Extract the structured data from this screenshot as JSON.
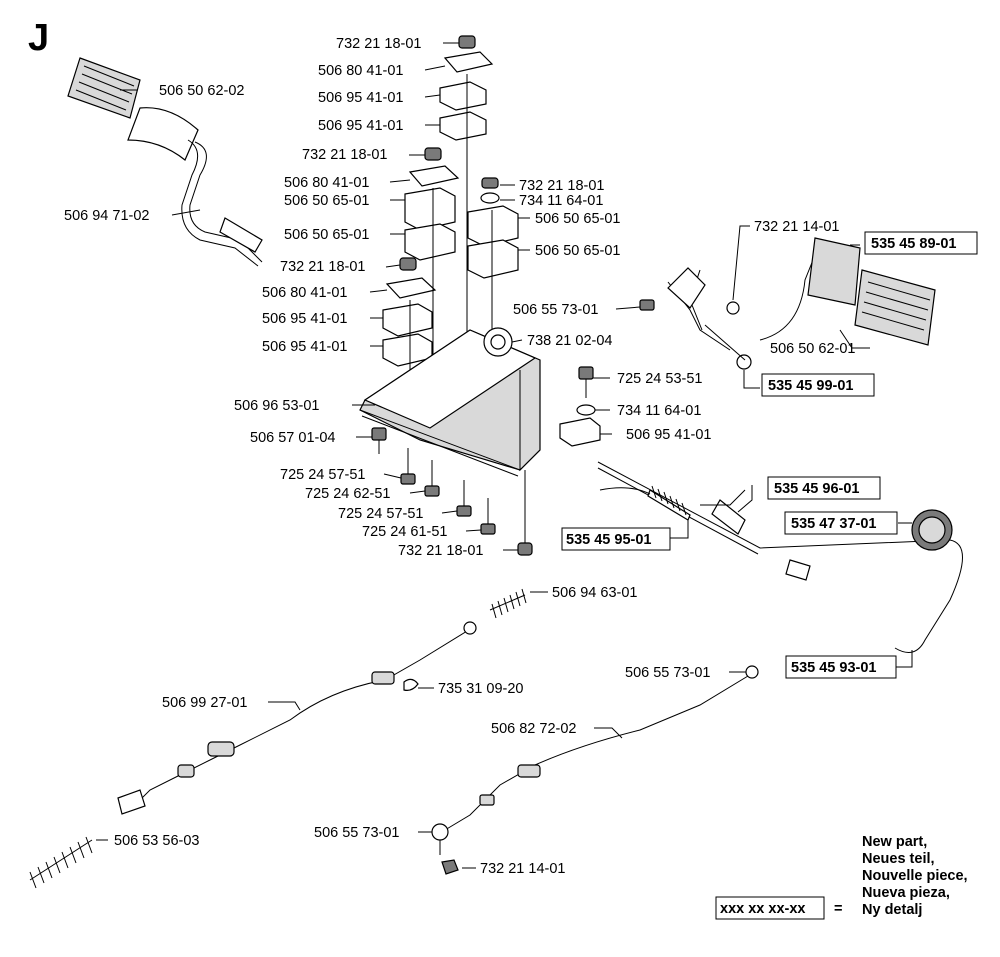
{
  "section_letter": "J",
  "legend": {
    "lines": [
      "New part,",
      "Neues teil,",
      "Nouvelle piece,",
      "Nueva pieza,",
      "Ny detalj"
    ],
    "sample": "xxx xx xx-xx",
    "equals": "="
  },
  "labels": [
    "732 21 18-01",
    "506 80 41-01",
    "506 95 41-01",
    "506 95 41-01",
    "506 50 62-02",
    "732 21 18-01",
    "506 80 41-01",
    "506 50 65-01",
    "506 50 65-01",
    "506 94 71-02",
    "732 21 18-01",
    "506 80 41-01",
    "506 95 41-01",
    "506 95 41-01",
    "732 21 18-01",
    "734 11 64-01",
    "506 50 65-01",
    "506 50 65-01",
    "732 21 14-01",
    "535 45 89-01",
    "506 55 73-01",
    "738 21 02-04",
    "506 50 62-01",
    "725 24 53-51",
    "535 45 99-01",
    "506 96 53-01",
    "734 11 64-01",
    "506 57 01-04",
    "506 95 41-01",
    "725 24 57-51",
    "725 24 62-51",
    "535 45 96-01",
    "725 24 57-51",
    "535 47 37-01",
    "725 24 61-51",
    "535 45 95-01",
    "732 21 18-01",
    "506 94 63-01",
    "535 45 93-01",
    "506 55 73-01",
    "735 31 09-20",
    "506 99 27-01",
    "506 82 72-02",
    "506 53 56-03",
    "506 55 73-01",
    "732 21 14-01"
  ]
}
